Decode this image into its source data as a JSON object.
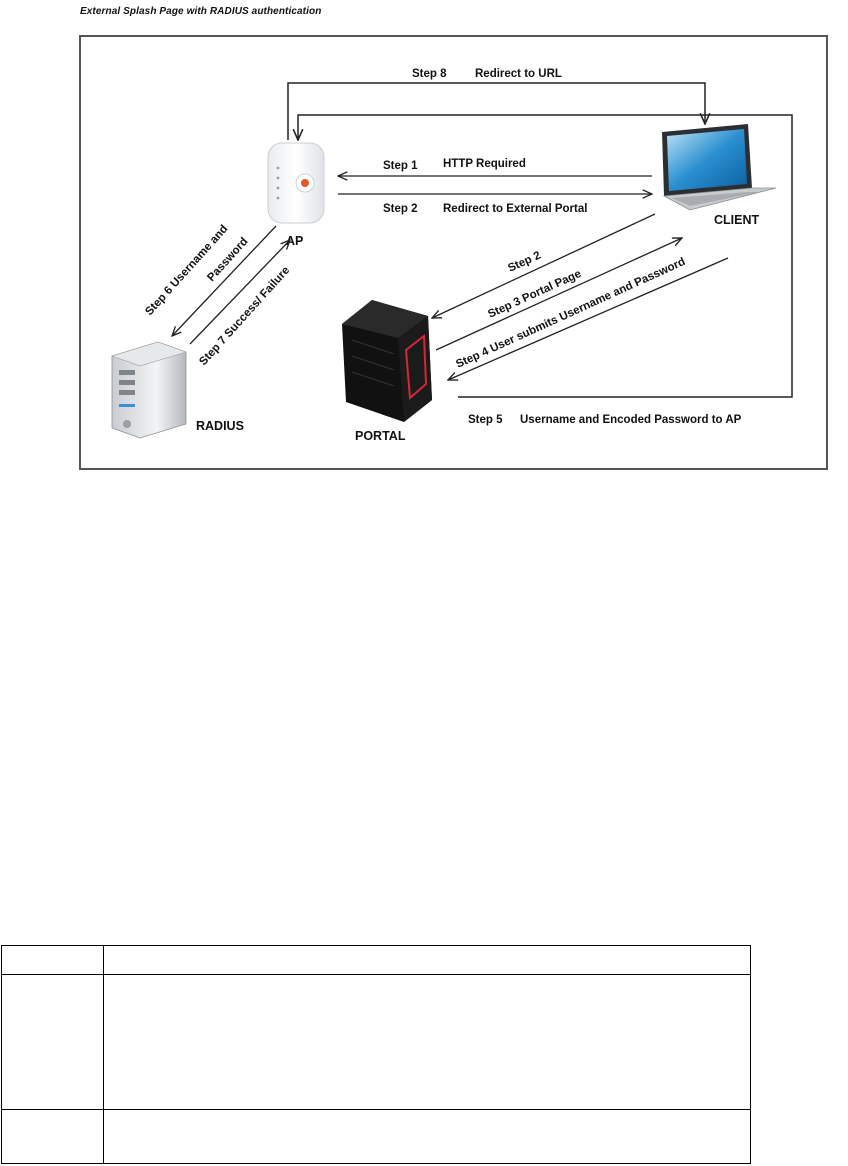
{
  "caption": "External Splash Page with RADIUS authentication",
  "nodes": {
    "ap": "AP",
    "client": "CLIENT",
    "radius": "RADIUS",
    "portal": "PORTAL"
  },
  "steps": {
    "step8": {
      "num": "Step 8",
      "text": "Redirect to URL"
    },
    "step1": {
      "num": "Step 1",
      "text": "HTTP Required"
    },
    "step2_ap": {
      "num": "Step 2",
      "text": "Redirect to External Portal"
    },
    "step2_portal": "Step 2",
    "step3": "Step 3    Portal  Page",
    "step4": "Step 4   User  submits  Username  and  Password",
    "step5": {
      "num": "Step 5",
      "text": "Username and Encoded  Password to AP"
    },
    "step6_a": "Step 6  Username and",
    "step6_b": "Password",
    "step7": "Step 7  Success/ Failure"
  },
  "table": {
    "header": [
      "",
      ""
    ],
    "rows": [
      [
        "",
        ""
      ],
      [
        "",
        ""
      ]
    ]
  }
}
